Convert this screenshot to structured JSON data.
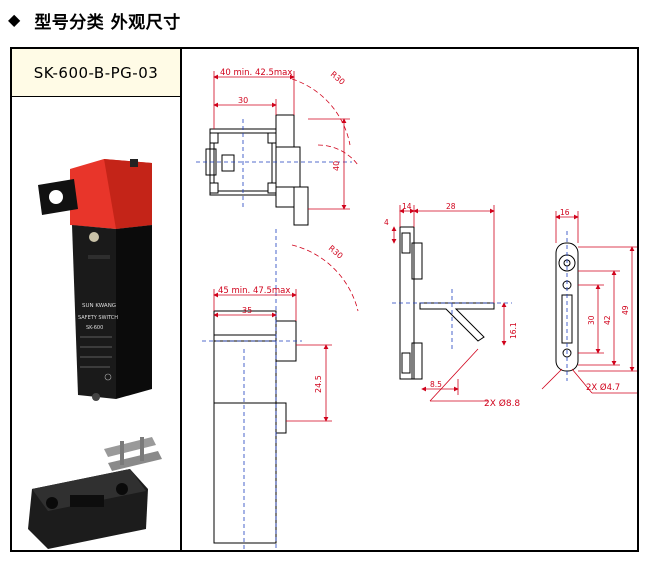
{
  "header": {
    "bullet": "◆",
    "title": "型号分类 外观尺寸"
  },
  "model": {
    "code": "SK-600-B-PG-03"
  },
  "product_photo": {
    "brand": "SUN KWANG",
    "product": "SAFETY SWITCH",
    "model": "SK-600"
  },
  "dimensions": {
    "top_view_width": "40 min. 42.5max",
    "top_view_inner": "30",
    "top_view_height": "40",
    "top_view_radius": "R30",
    "side_view_width": "45 min. 47.5max",
    "side_view_inner": "35",
    "side_view_height": "24.5",
    "side_view_radius": "R30",
    "key_a": "4",
    "key_b": "14",
    "key_c": "28",
    "key_d": "16.1",
    "key_e": "8.5",
    "key_hole": "2X Ø8.8",
    "plate_w": "16",
    "plate_h1": "30",
    "plate_h2": "42",
    "plate_h3": "49",
    "plate_hole": "2X Ø4.7"
  },
  "colors": {
    "line": "#000000",
    "dimension": "#d0021b",
    "center": "#1f3fbf",
    "label_bg": "#fffbe6",
    "switch_red": "#e8352a",
    "switch_body": "#1a1a1a"
  }
}
